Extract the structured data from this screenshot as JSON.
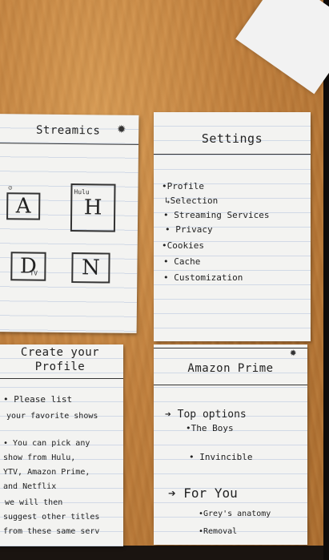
{
  "streamics": {
    "title": "Streamics",
    "gear_icon": "gear-icon",
    "apps": [
      {
        "letter": "A",
        "badge": "☺"
      },
      {
        "letter": "H",
        "badge": "Hulu"
      },
      {
        "letter": "D",
        "badge": "TV"
      },
      {
        "letter": "N",
        "badge": ""
      }
    ]
  },
  "settings": {
    "title": "Settings",
    "items": [
      "•Profile",
      "↳Selection",
      "• Streaming Services",
      "• Privacy",
      "•Cookies",
      "• Cache",
      "• Customization"
    ]
  },
  "profile": {
    "title_line1": "Create your",
    "title_line2": "Profile",
    "lines": [
      "• Please list",
      "your favorite shows",
      "• You can pick any",
      "show from Hulu,",
      "YTV, Amazon Prime,",
      "and Netflix",
      "we will then",
      "suggest other titles",
      "from these same serv"
    ]
  },
  "amazon": {
    "title": "Amazon Prime",
    "gear_icon": "gear-icon",
    "top_label": "Top options",
    "top_items": [
      "•The Boys",
      "• Invincible"
    ],
    "for_you_label": "For You",
    "for_you_items": [
      "•Grey's anatomy",
      "•Removal"
    ]
  }
}
